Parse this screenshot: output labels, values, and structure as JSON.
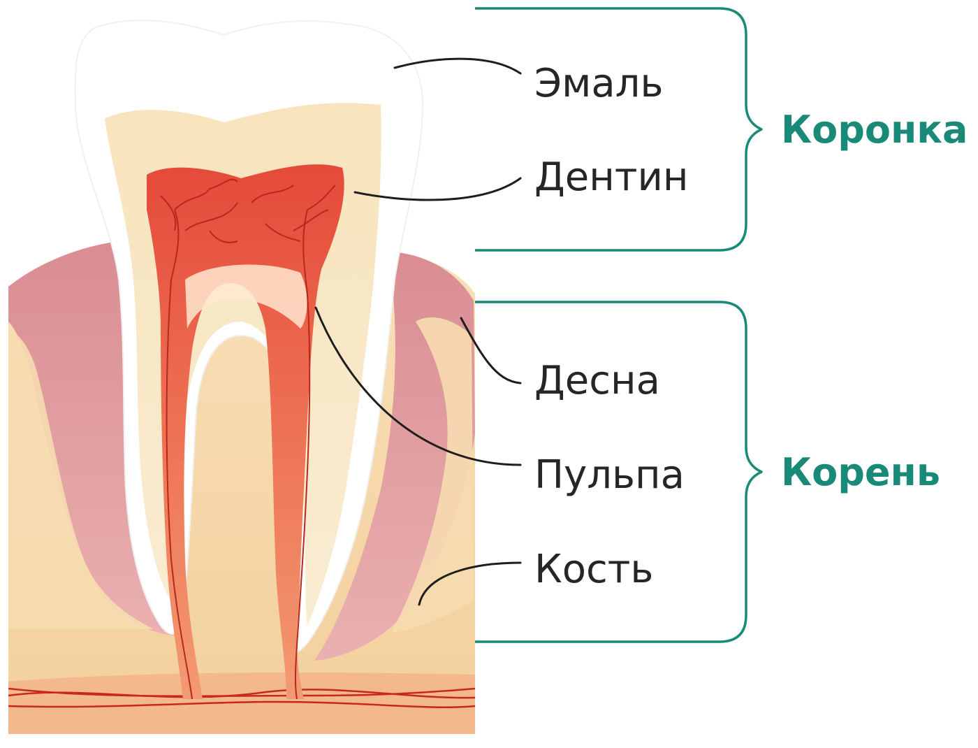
{
  "labels": {
    "enamel": "Эмаль",
    "dentin": "Дентин",
    "gum": "Десна",
    "pulp": "Пульпа",
    "bone": "Кость"
  },
  "groups": {
    "crown": "Коронка",
    "root": "Корень"
  },
  "colors": {
    "accent": "#1a8a78",
    "enamel": "#ffffff",
    "dentin": "#f6e2b8",
    "pulp": "#e8503c",
    "gum": "#e3a0a4",
    "bone": "#f5d6a8",
    "vessel": "#c8281e",
    "text": "#262626"
  }
}
